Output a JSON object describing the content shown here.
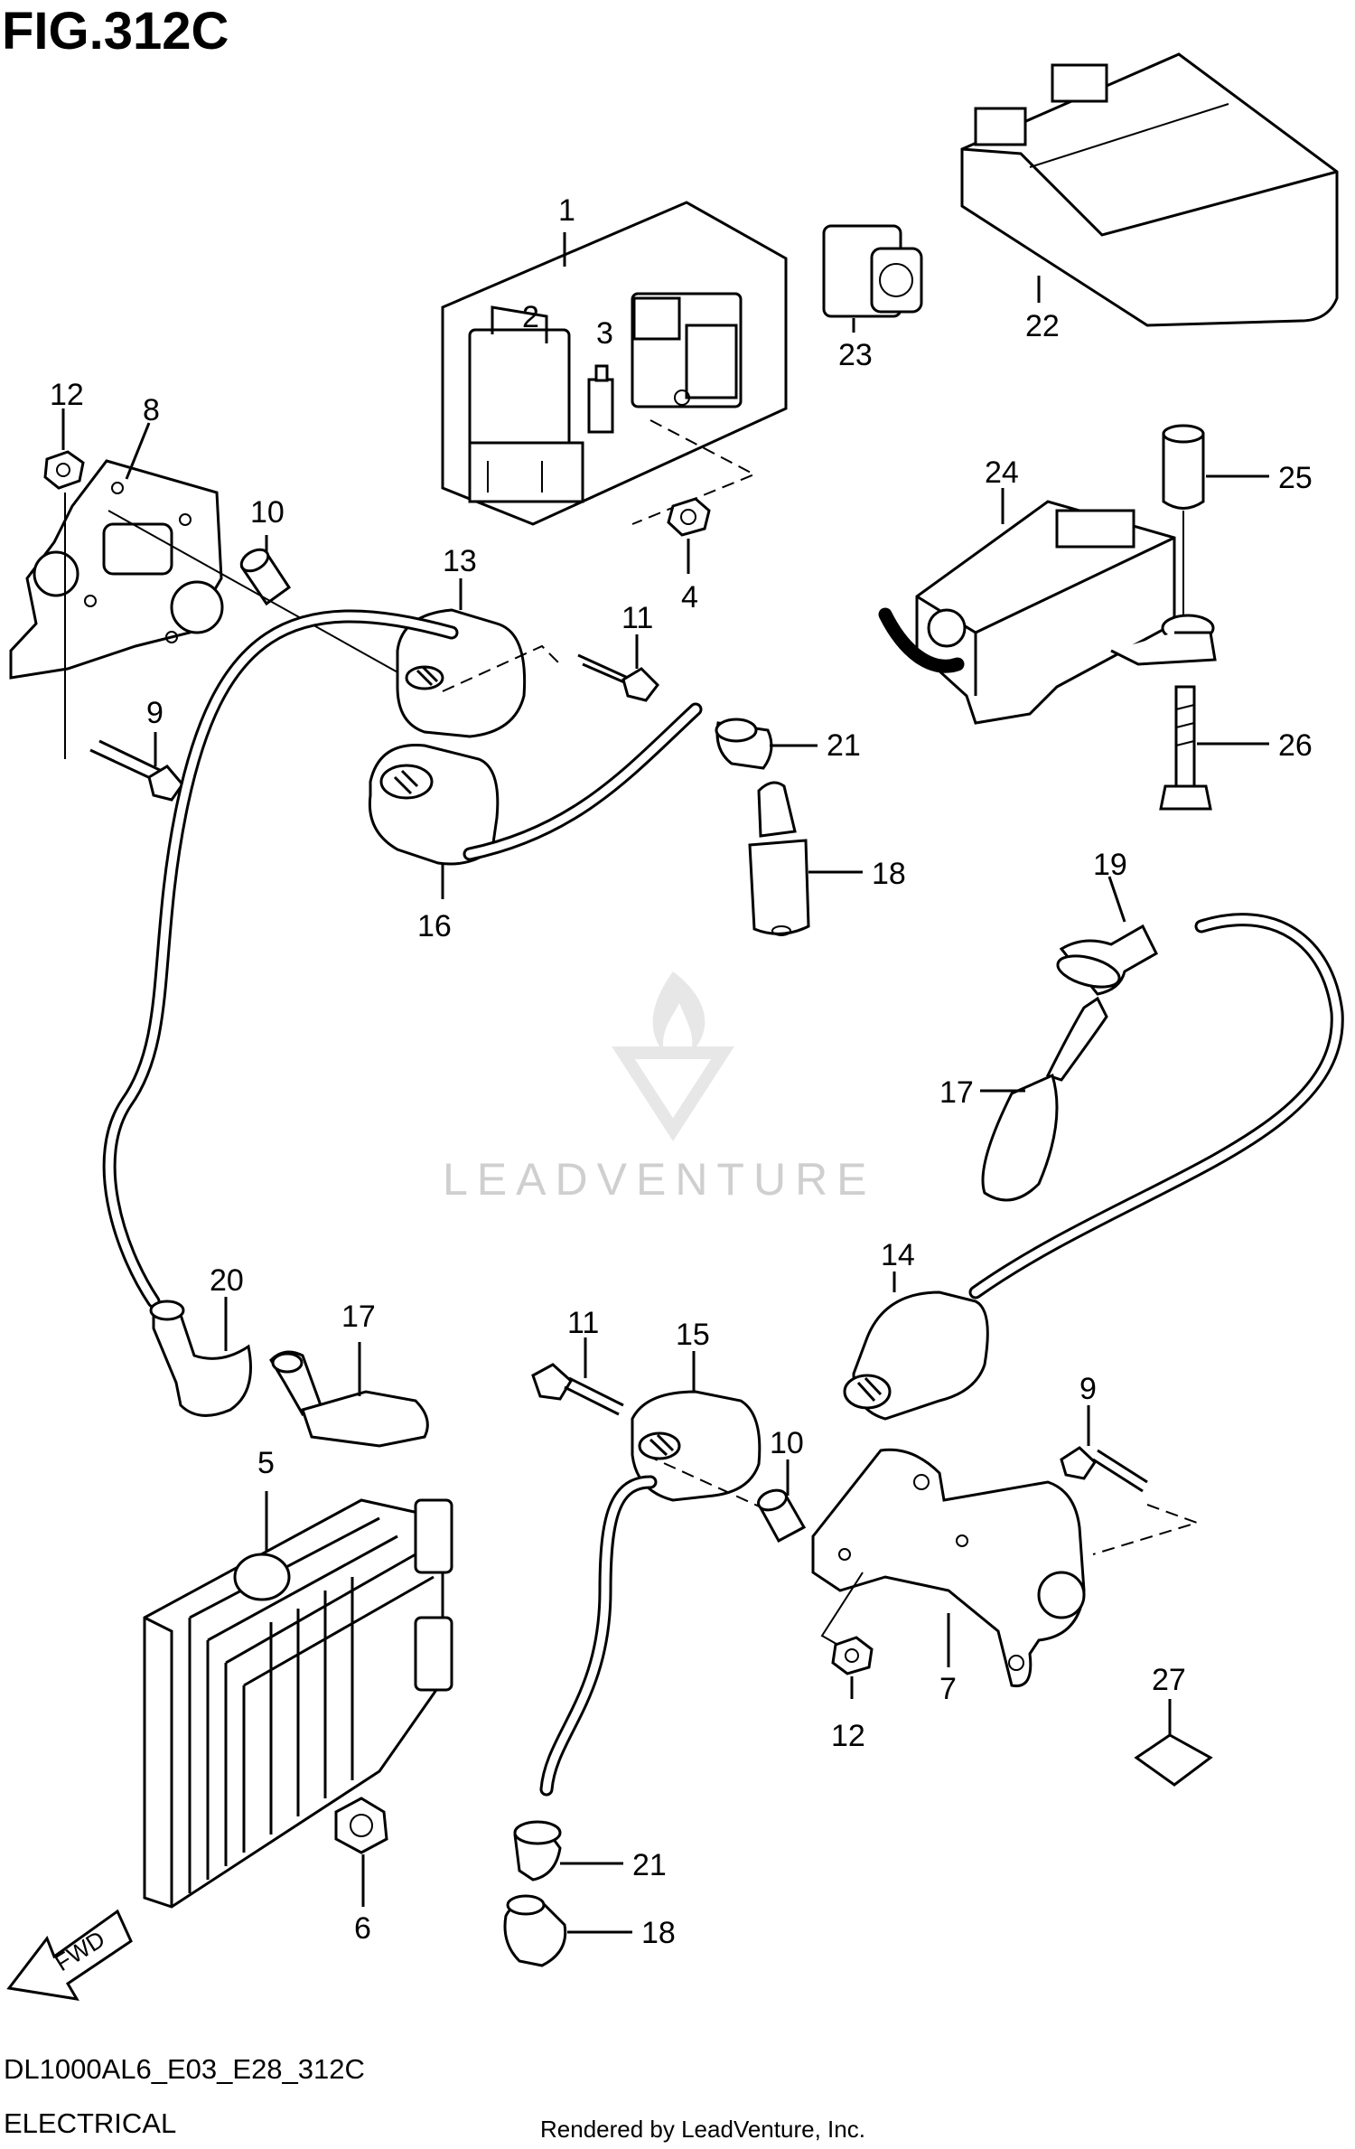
{
  "figure": {
    "title": "FIG.312C",
    "model_code": "DL1000AL6_E03_E28_312C",
    "section": "ELECTRICAL",
    "rendered_by": "Rendered by LeadVenture, Inc.",
    "watermark": "LEADVENTURE",
    "fwd_label": "FWD"
  },
  "callouts": {
    "c1": "1",
    "c2": "2",
    "c3": "3",
    "c4": "4",
    "c5": "5",
    "c6": "6",
    "c7": "7",
    "c8": "8",
    "c9a": "9",
    "c9b": "9",
    "c10a": "10",
    "c10b": "10",
    "c11a": "11",
    "c11b": "11",
    "c12a": "12",
    "c12b": "12",
    "c13": "13",
    "c14": "14",
    "c15": "15",
    "c16": "16",
    "c17a": "17",
    "c17b": "17",
    "c18a": "18",
    "c18b": "18",
    "c19": "19",
    "c20": "20",
    "c21a": "21",
    "c21b": "21",
    "c22": "22",
    "c23": "23",
    "c24": "24",
    "c25": "25",
    "c26": "26",
    "c27": "27"
  }
}
